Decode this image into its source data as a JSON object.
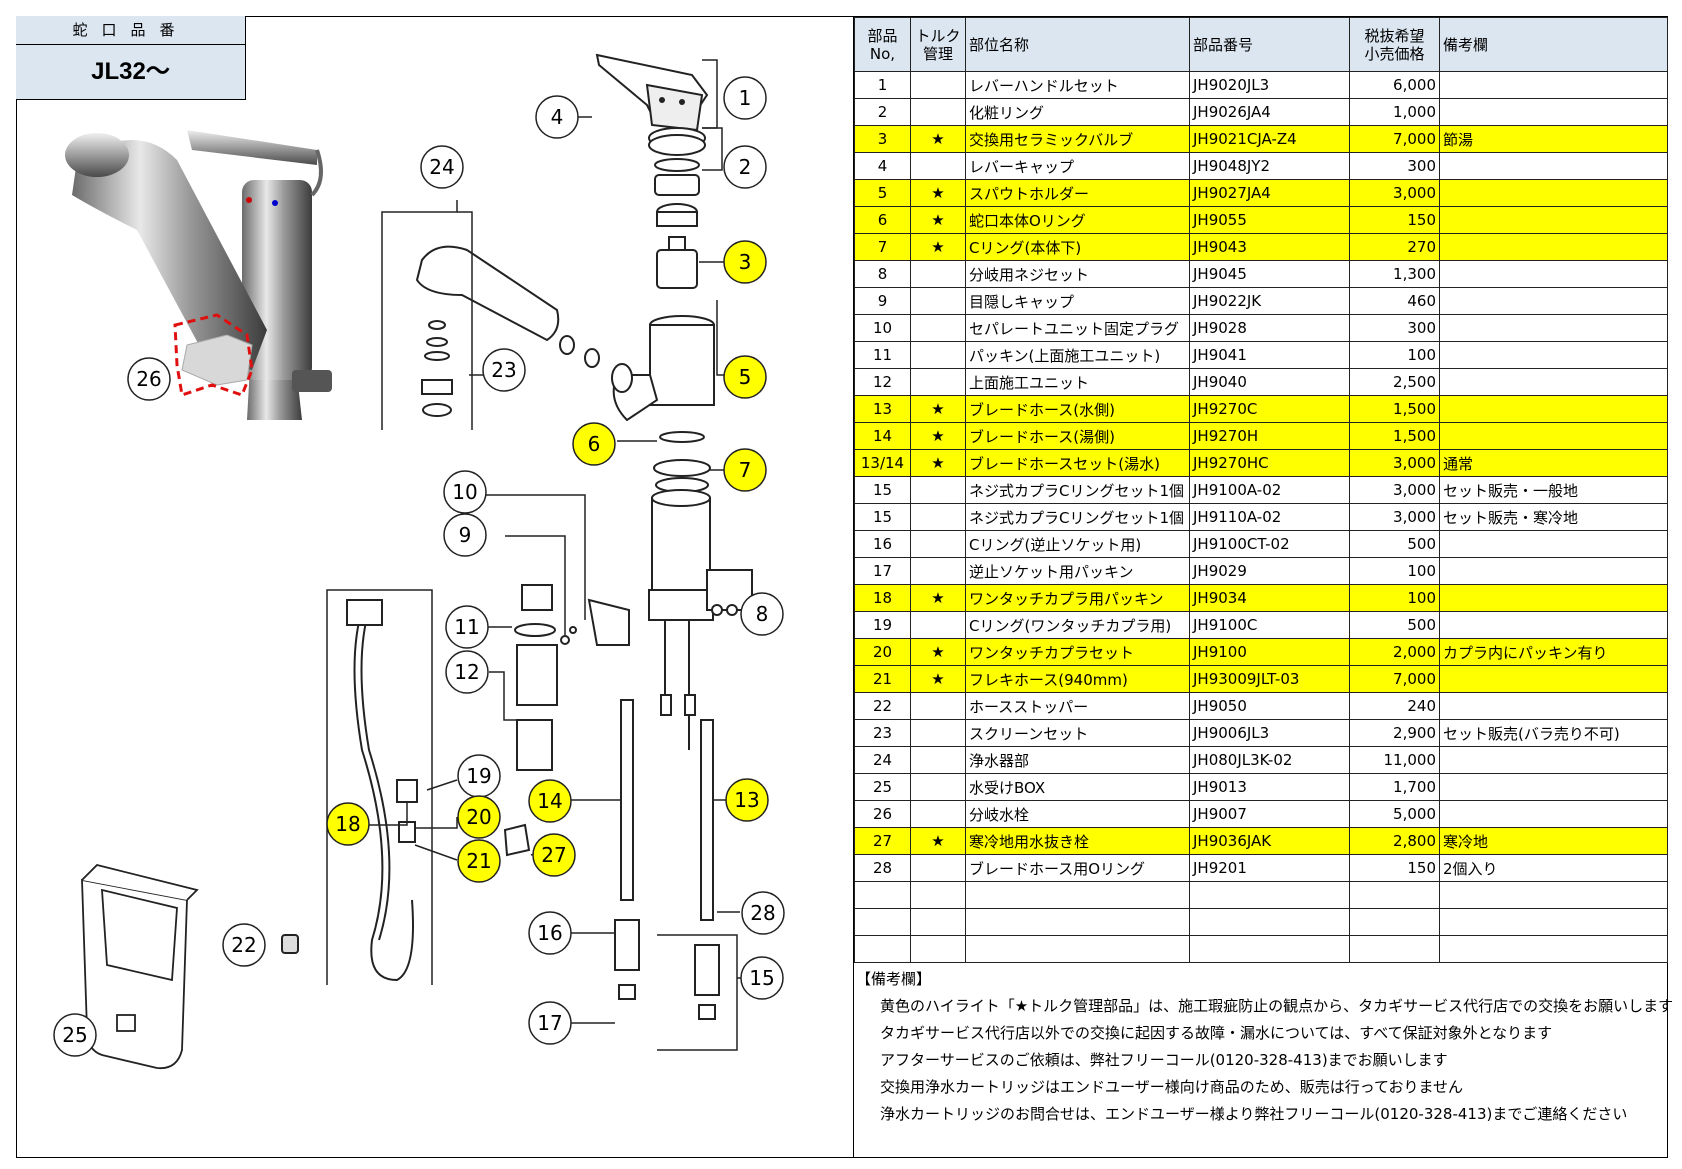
{
  "model": {
    "label": "蛇口品番",
    "value": "JL32～"
  },
  "table": {
    "headers": {
      "no": "部品\nNo,",
      "torque": "トルク\n管理",
      "name": "部位名称",
      "part_number": "部品番号",
      "price": "税抜希望\n小売価格",
      "remarks": "備考欄"
    },
    "rows": [
      {
        "no": "1",
        "star": "",
        "name": "レバーハンドルセット",
        "part": "JH9020JL3",
        "price": "6,000",
        "note": "",
        "hl": false
      },
      {
        "no": "2",
        "star": "",
        "name": "化粧リング",
        "part": "JH9026JA4",
        "price": "1,000",
        "note": "",
        "hl": false
      },
      {
        "no": "3",
        "star": "★",
        "name": "交換用セラミックバルブ",
        "part": "JH9021CJA-Z4",
        "price": "7,000",
        "note": "節湯",
        "hl": true
      },
      {
        "no": "4",
        "star": "",
        "name": "レバーキャップ",
        "part": "JH9048JY2",
        "price": "300",
        "note": "",
        "hl": false
      },
      {
        "no": "5",
        "star": "★",
        "name": "スパウトホルダー",
        "part": "JH9027JA4",
        "price": "3,000",
        "note": "",
        "hl": true
      },
      {
        "no": "6",
        "star": "★",
        "name": "蛇口本体Oリング",
        "part": "JH9055",
        "price": "150",
        "note": "",
        "hl": true
      },
      {
        "no": "7",
        "star": "★",
        "name": "Cリング(本体下)",
        "part": "JH9043",
        "price": "270",
        "note": "",
        "hl": true
      },
      {
        "no": "8",
        "star": "",
        "name": "分岐用ネジセット",
        "part": "JH9045",
        "price": "1,300",
        "note": "",
        "hl": false
      },
      {
        "no": "9",
        "star": "",
        "name": "目隠しキャップ",
        "part": "JH9022JK",
        "price": "460",
        "note": "",
        "hl": false
      },
      {
        "no": "10",
        "star": "",
        "name": "セパレートユニット固定プラグ",
        "part": "JH9028",
        "price": "300",
        "note": "",
        "hl": false
      },
      {
        "no": "11",
        "star": "",
        "name": "パッキン(上面施工ユニット)",
        "part": "JH9041",
        "price": "100",
        "note": "",
        "hl": false
      },
      {
        "no": "12",
        "star": "",
        "name": "上面施工ユニット",
        "part": "JH9040",
        "price": "2,500",
        "note": "",
        "hl": false
      },
      {
        "no": "13",
        "star": "★",
        "name": "ブレードホース(水側)",
        "part": "JH9270C",
        "price": "1,500",
        "note": "",
        "hl": true
      },
      {
        "no": "14",
        "star": "★",
        "name": "ブレードホース(湯側)",
        "part": "JH9270H",
        "price": "1,500",
        "note": "",
        "hl": true
      },
      {
        "no": "13/14",
        "star": "★",
        "name": "ブレードホースセット(湯水)",
        "part": "JH9270HC",
        "price": "3,000",
        "note": "通常",
        "hl": true
      },
      {
        "no": "15",
        "star": "",
        "name": "ネジ式カプラCリングセット1個",
        "part": "JH9100A-02",
        "price": "3,000",
        "note": "セット販売・一般地",
        "hl": false
      },
      {
        "no": "15",
        "star": "",
        "name": "ネジ式カプラCリングセット1個",
        "part": "JH9110A-02",
        "price": "3,000",
        "note": "セット販売・寒冷地",
        "hl": false
      },
      {
        "no": "16",
        "star": "",
        "name": "Cリング(逆止ソケット用)",
        "part": "JH9100CT-02",
        "price": "500",
        "note": "",
        "hl": false
      },
      {
        "no": "17",
        "star": "",
        "name": "逆止ソケット用パッキン",
        "part": "JH9029",
        "price": "100",
        "note": "",
        "hl": false
      },
      {
        "no": "18",
        "star": "★",
        "name": "ワンタッチカプラ用パッキン",
        "part": "JH9034",
        "price": "100",
        "note": "",
        "hl": true
      },
      {
        "no": "19",
        "star": "",
        "name": "Cリング(ワンタッチカプラ用)",
        "part": "JH9100C",
        "price": "500",
        "note": "",
        "hl": false
      },
      {
        "no": "20",
        "star": "★",
        "name": "ワンタッチカプラセット",
        "part": "JH9100",
        "price": "2,000",
        "note": "カプラ内にパッキン有り",
        "hl": true
      },
      {
        "no": "21",
        "star": "★",
        "name": "フレキホース(940mm)",
        "part": "JH93009JLT-03",
        "price": "7,000",
        "note": "",
        "hl": true
      },
      {
        "no": "22",
        "star": "",
        "name": "ホースストッパー",
        "part": "JH9050",
        "price": "240",
        "note": "",
        "hl": false
      },
      {
        "no": "23",
        "star": "",
        "name": "スクリーンセット",
        "part": "JH9006JL3",
        "price": "2,900",
        "note": "セット販売(バラ売り不可)",
        "hl": false
      },
      {
        "no": "24",
        "star": "",
        "name": "浄水器部",
        "part": "JH080JL3K-02",
        "price": "11,000",
        "note": "",
        "hl": false
      },
      {
        "no": "25",
        "star": "",
        "name": "水受けBOX",
        "part": "JH9013",
        "price": "1,700",
        "note": "",
        "hl": false
      },
      {
        "no": "26",
        "star": "",
        "name": "分岐水栓",
        "part": "JH9007",
        "price": "5,000",
        "note": "",
        "hl": false
      },
      {
        "no": "27",
        "star": "★",
        "name": "寒冷地用水抜き栓",
        "part": "JH9036JAK",
        "price": "2,800",
        "note": "寒冷地",
        "hl": true
      },
      {
        "no": "28",
        "star": "",
        "name": "ブレードホース用Oリング",
        "part": "JH9201",
        "price": "150",
        "note": "2個入り",
        "hl": false
      },
      {
        "no": "",
        "star": "",
        "name": "",
        "part": "",
        "price": "",
        "note": "",
        "hl": false
      },
      {
        "no": "",
        "star": "",
        "name": "",
        "part": "",
        "price": "",
        "note": "",
        "hl": false
      },
      {
        "no": "",
        "star": "",
        "name": "",
        "part": "",
        "price": "",
        "note": "",
        "hl": false
      }
    ]
  },
  "notes": {
    "heading": "【備考欄】",
    "lines": [
      "黄色のハイライト「★トルク管理部品」は、施工瑕疵防止の観点から、タカギサービス代行店での交換をお願いします",
      "タカギサービス代行店以外での交換に起因する故障・漏水については、すべて保証対象外となります",
      "アフターサービスのご依頼は、弊社フリーコール(0120-328-413)までお願いします",
      "交換用浄水カートリッジはエンドユーザー様向け商品のため、販売は行っておりません",
      "浄水カートリッジのお問合せは、エンドユーザー様より弊社フリーコール(0120-328-413)までご連絡ください"
    ]
  },
  "callouts": {
    "c1": "1",
    "c2": "2",
    "c3": "3",
    "c4": "4",
    "c5": "5",
    "c6": "6",
    "c7": "7",
    "c8": "8",
    "c9": "9",
    "c10": "10",
    "c11": "11",
    "c12": "12",
    "c13": "13",
    "c14": "14",
    "c15": "15",
    "c16": "16",
    "c17": "17",
    "c18": "18",
    "c19": "19",
    "c20": "20",
    "c21": "21",
    "c22": "22",
    "c23": "23",
    "c24": "24",
    "c25": "25",
    "c26": "26",
    "c27": "27",
    "c28": "28"
  },
  "colors": {
    "highlight": "#ffff00",
    "header_bg": "#dce6f1",
    "dashed_outline": "#e01010"
  }
}
